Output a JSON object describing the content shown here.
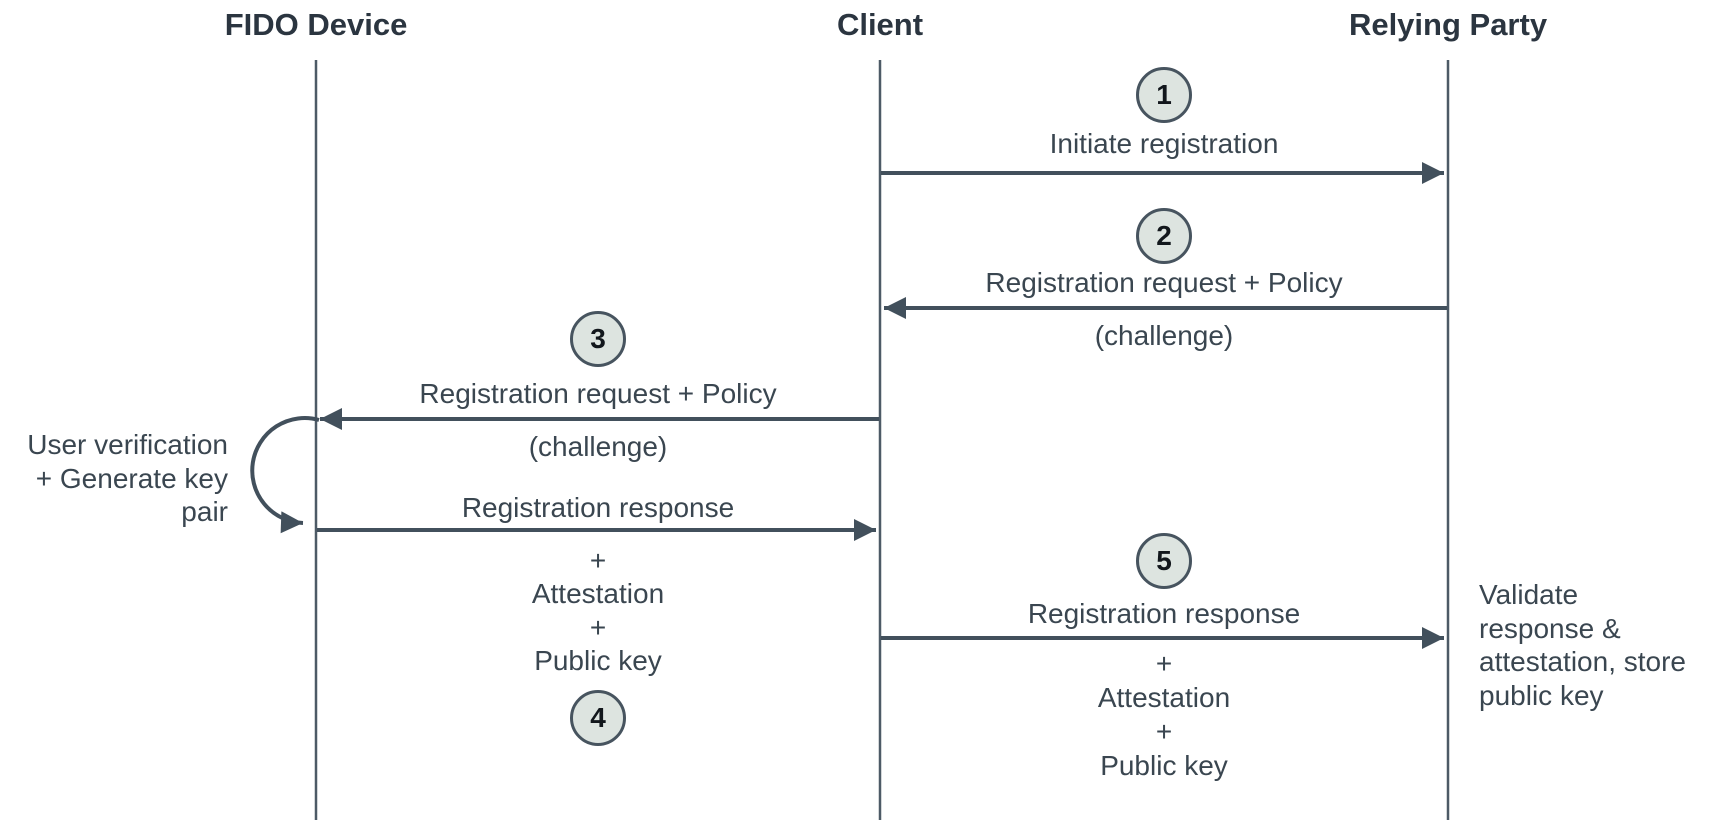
{
  "actors": [
    {
      "label": "FIDO Device"
    },
    {
      "label": "Client"
    },
    {
      "label": "Relying Party"
    }
  ],
  "steps": [
    {
      "number": "1",
      "label": "Initiate registration",
      "from": "Client",
      "to": "Relying Party",
      "sub": []
    },
    {
      "number": "2",
      "label": "Registration request + Policy",
      "from": "Relying Party",
      "to": "Client",
      "sub": [
        "(challenge)"
      ]
    },
    {
      "number": "3",
      "label": "Registration request + Policy",
      "from": "Client",
      "to": "FIDO Device",
      "sub": [
        "(challenge)"
      ]
    },
    {
      "number": "4",
      "label": "Registration response",
      "from": "FIDO Device",
      "to": "Client",
      "sub": [
        "+",
        "Attestation",
        "+",
        "Public key"
      ]
    },
    {
      "number": "5",
      "label": "Registration response",
      "from": "Client",
      "to": "Relying Party",
      "sub": [
        "+",
        "Attestation",
        "+",
        "Public key"
      ]
    }
  ],
  "device_note": {
    "lines": [
      "User verification",
      "+ Generate key",
      "pair"
    ]
  },
  "rp_note": {
    "lines": [
      "Validate",
      "response &",
      "attestation, store",
      "public key"
    ]
  },
  "colors": {
    "line": "#47545f",
    "arrow": "#42505c",
    "text": "#3a4650",
    "actor_text": "#2b3540",
    "badge_fill": "#dde4e0",
    "badge_border": "#47545f",
    "badge_text": "#12171c",
    "background": "#ffffff"
  }
}
